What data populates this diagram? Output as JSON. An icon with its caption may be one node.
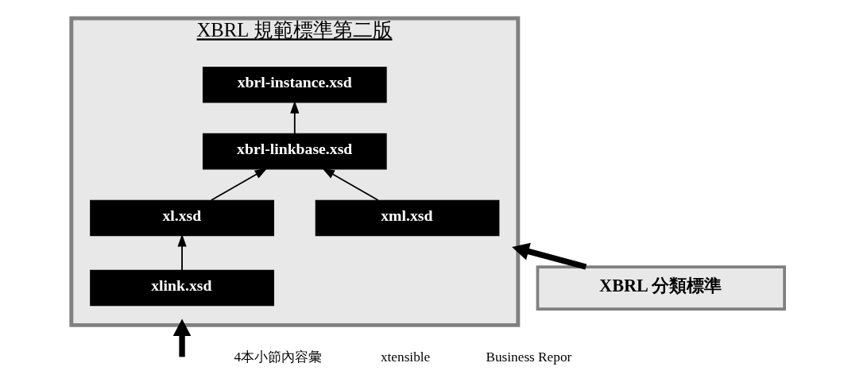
{
  "diagram": {
    "nodes": [
      {
        "text": [
          "XBRL 規範標準第二版"
        ]
      },
      {
        "text": [
          "xbrl-instance.xsd"
        ],
        "in": 0
      },
      {
        "text": [
          "xbrl-linkbase.xsd"
        ],
        "in": 0
      },
      {
        "text": [
          "xl.xsd"
        ],
        "in": 0
      },
      {
        "text": [
          "xlink.xsd"
        ],
        "in": 0
      },
      {
        "text": [
          "xml.xsd"
        ],
        "in": 0
      },
      {
        "text": [
          "XBRL 分類標準"
        ]
      }
    ],
    "edges": [
      {
        "from": 2,
        "to": 1,
        "arrow": "to"
      },
      {
        "from": 3,
        "to": 2,
        "arrow": "to"
      },
      {
        "from": 4,
        "to": 3,
        "arrow": "to"
      },
      {
        "from": 5,
        "to": 2,
        "arrow": "to"
      },
      {
        "from": 6,
        "to": 0,
        "arrow": "to",
        "style": "thick"
      },
      {
        "from": null,
        "to": 0,
        "arrow": "to",
        "style": "thick"
      }
    ],
    "labels": [
      "4本小節內容彙",
      "xtensible",
      "Business Repor"
    ]
  }
}
